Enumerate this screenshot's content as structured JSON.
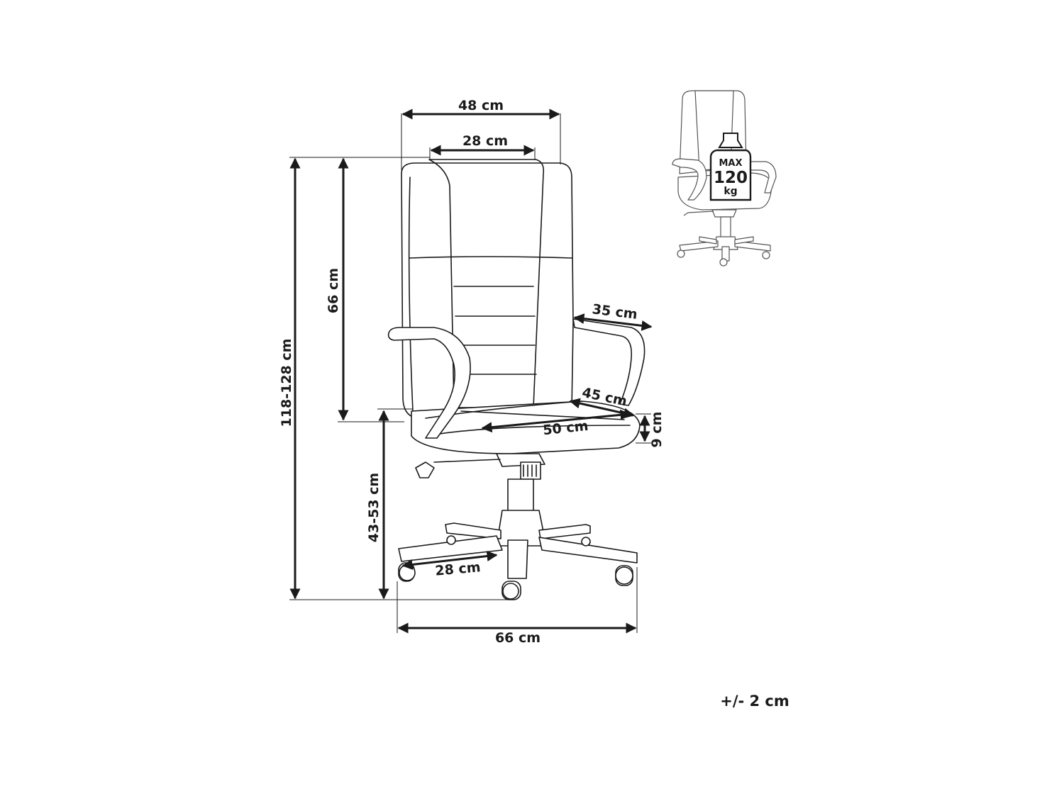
{
  "dimensions": {
    "backrest_outer_width": "48 cm",
    "backrest_inner_width": "28 cm",
    "total_height": "118-128 cm",
    "backrest_height": "66 cm",
    "armrest_depth": "35 cm",
    "seat_depth": "45 cm",
    "seat_width": "50 cm",
    "seat_thickness": "9 cm",
    "seat_height": "43-53 cm",
    "leg_length": "28 cm",
    "base_width": "66 cm"
  },
  "tolerance": "+/- 2 cm",
  "load_badge": {
    "label_top": "MAX",
    "value": "120",
    "unit": "kg"
  }
}
